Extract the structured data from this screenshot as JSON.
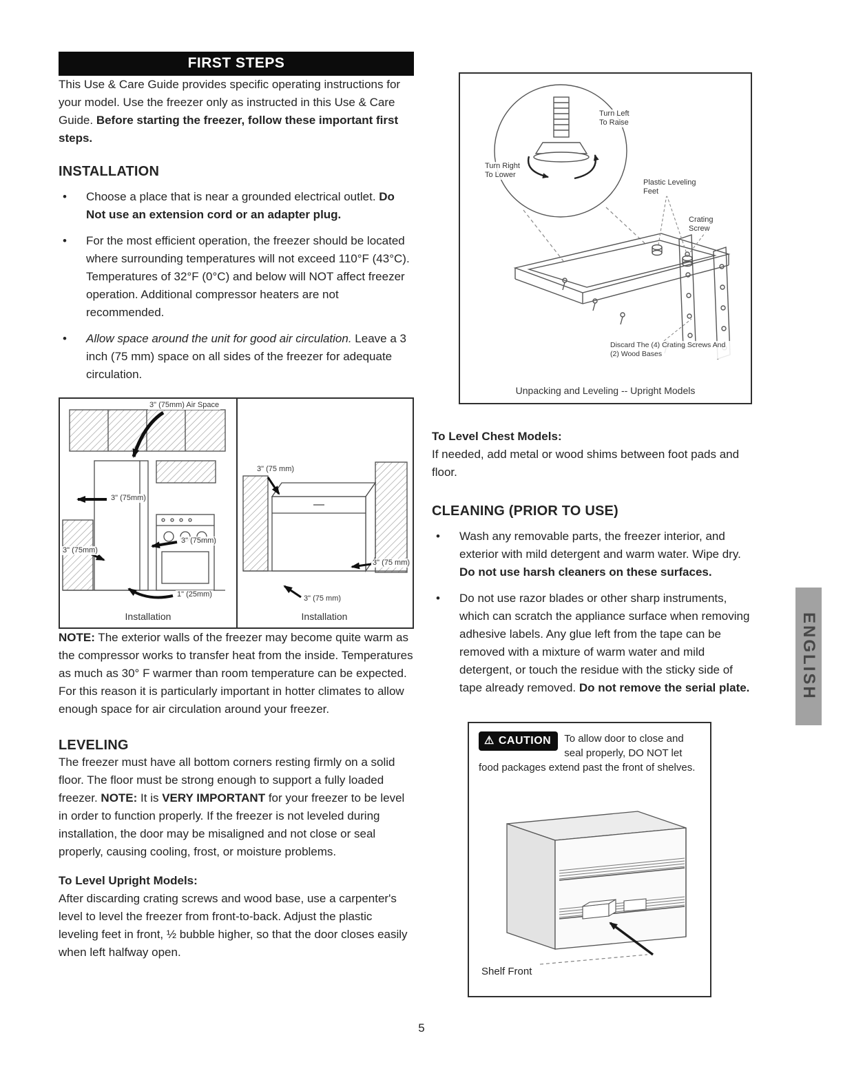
{
  "glyphs": {
    "bullet": "•",
    "warning": "⚠"
  },
  "page": {
    "number": "5",
    "language_tab": "ENGLISH"
  },
  "first_steps": {
    "title": "FIRST STEPS",
    "intro_normal": "This Use & Care Guide provides specific operating instructions for your model. Use the freezer only as instructed in this Use & Care Guide. ",
    "intro_bold": "Before starting the freezer, follow these important first steps."
  },
  "installation": {
    "heading": "INSTALLATION",
    "b1_normal": "Choose a place that is near a grounded electrical outlet.  ",
    "b1_bold": "Do Not use an extension cord or an adapter plug.",
    "b2": "For the most efficient operation, the freezer should be located where surrounding temperatures will not exceed 110°F (43°C). Temperatures of 32°F (0°C) and below will NOT affect freezer operation. Additional compressor heaters are not recommended.",
    "b3_italic": "Allow space around the unit for good air circulation.",
    "b3_normal": " Leave a 3 inch (75 mm) space on all sides of the freezer for adequate circulation."
  },
  "install_figure": {
    "air_space_label": "3\" (75mm) Air Space",
    "left_label_1": "3\" (75mm)",
    "left_label_2": "3\" (75mm)",
    "left_label_3": "3\" (75mm)",
    "left_label_4": "1\" (25mm)",
    "left_caption": "Installation",
    "right_label_top": "3\" (75 mm)",
    "right_label_right": "3\" (75 mm)",
    "right_label_bottom": "3\" (75 mm)",
    "right_caption": "Installation"
  },
  "note": {
    "label": "NOTE:",
    "text": " The exterior walls of the freezer may become quite warm as the compressor works to transfer heat from the inside.  Temperatures as much as 30° F warmer than room temperature can be expected.  For this reason it is particularly important in hotter climates to allow enough space for air circulation around your freezer."
  },
  "leveling": {
    "heading": "LEVELING",
    "p_a": "The freezer must have all bottom corners resting firmly on a solid floor. The floor must be strong enough to support a fully loaded freezer. ",
    "p_note": "NOTE:",
    "p_b": "  It is ",
    "p_important": "VERY IMPORTANT",
    "p_c": " for your freezer to be level in order to function properly.  If the freezer is not leveled during installation, the door may be misaligned and not close or seal properly, causing cooling, frost, or moisture problems.",
    "upright_heading": "To Level Upright Models:",
    "upright_text": "After discarding crating screws and wood base, use a carpenter's level to level the freezer from front-to-back. Adjust the plastic leveling feet in front, ½ bubble higher, so that the door closes easily when left halfway open.",
    "chest_heading": "To Level Chest Models:",
    "chest_text": "If needed, add metal or wood shims between foot pads and floor."
  },
  "upright_figure": {
    "turn_left": "Turn Left To Raise",
    "turn_right": "Turn Right To Lower",
    "plastic_feet": "Plastic Leveling Feet",
    "crating_screw": "Crating Screw",
    "discard": "Discard  The (4) Crating Screws And (2) Wood Bases",
    "caption": "Unpacking and Leveling -- Upright Models"
  },
  "cleaning": {
    "heading": "CLEANING (PRIOR TO USE)",
    "b1_normal": "Wash any removable parts, the freezer interior, and exterior with mild detergent and warm water. Wipe dry. ",
    "b1_bold": "Do not use harsh cleaners on these surfaces.",
    "b2_normal": "Do not use razor blades or other sharp instruments, which can scratch the appliance surface when removing adhesive labels. Any glue left from the tape can be removed with a mixture of warm water and mild detergent, or touch the residue with the sticky side of tape already removed. ",
    "b2_bold": "Do not remove the serial plate."
  },
  "caution": {
    "badge": "CAUTION",
    "text": "To allow door to close and seal properly,   DO NOT let food packages extend past the front of shelves.",
    "shelf_label": "Shelf Front"
  }
}
